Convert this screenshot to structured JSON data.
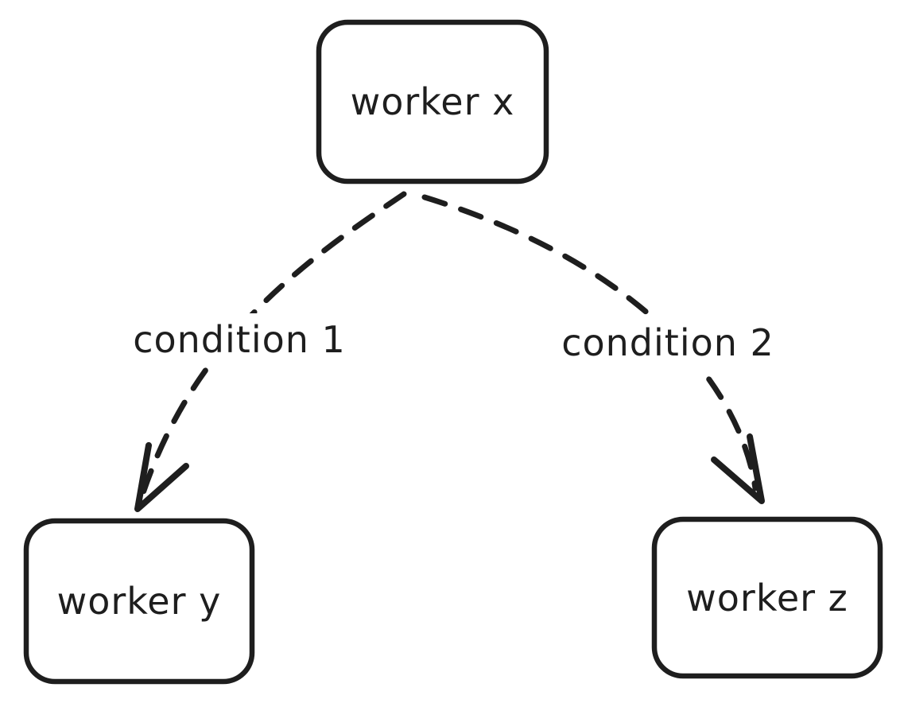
{
  "diagram": {
    "type": "flowchart",
    "style": "hand-drawn",
    "nodes": [
      {
        "id": "worker-x",
        "label": "worker x",
        "shape": "rounded-rectangle",
        "position": "top-center"
      },
      {
        "id": "worker-y",
        "label": "worker y",
        "shape": "rounded-rectangle",
        "position": "bottom-left"
      },
      {
        "id": "worker-z",
        "label": "worker z",
        "shape": "rounded-rectangle",
        "position": "bottom-right"
      }
    ],
    "edges": [
      {
        "from": "worker-x",
        "to": "worker-y",
        "label": "condition 1",
        "line_style": "dashed",
        "arrowhead": "v-shape"
      },
      {
        "from": "worker-x",
        "to": "worker-z",
        "label": "condition 2",
        "line_style": "dashed",
        "arrowhead": "v-shape"
      }
    ]
  },
  "colors": {
    "ink": "#1e1e1e",
    "background": "#ffffff"
  }
}
